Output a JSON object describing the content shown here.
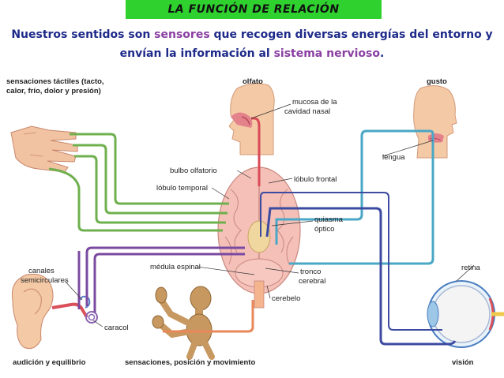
{
  "banner_title": "LA FUNCIÓN DE RELACIÓN",
  "intro": {
    "part1": "Nuestros sentidos son ",
    "highlight1": "sensores",
    "part2": " que recogen diversas energías del entorno y envían la información al ",
    "highlight2": "sistema nervioso",
    "part3": "."
  },
  "labels": {
    "touch_line1": "sensaciones táctiles (tacto,",
    "touch_line2": "calor, frío, dolor y presión)",
    "smell": "olfato",
    "taste": "gusto",
    "nasal_line1": "mucosa de la",
    "nasal_line2": "cavidad nasal",
    "tongue": "lengua",
    "olfactory_bulb": "bulbo olfatorio",
    "frontal_lobe": "lóbulo frontal",
    "temporal_lobe": "lóbulo temporal",
    "chiasm_line1": "quiasma",
    "chiasm_line2": "óptico",
    "spinal_cord": "médula espinal",
    "canals_line1": "canales",
    "canals_line2": "semicirculares",
    "brainstem_line1": "tronco",
    "brainstem_line2": "cerebral",
    "cerebellum": "cerebelo",
    "retina": "retina",
    "cochlea": "caracol",
    "hearing": "audición y equilibrio",
    "movement": "sensaciones, posición y movimiento",
    "vision": "visión"
  },
  "colors": {
    "banner": "#2fd12f",
    "intro_text": "#1e2a8a",
    "highlight": "#8a3fa2",
    "touch_path": "#6fb04e",
    "smell_path": "#d94a57",
    "taste_path": "#4aa7c6",
    "vision_path": "#3c4aa0",
    "ear_path": "#7a4aa0",
    "movement_path": "#e8875a"
  }
}
